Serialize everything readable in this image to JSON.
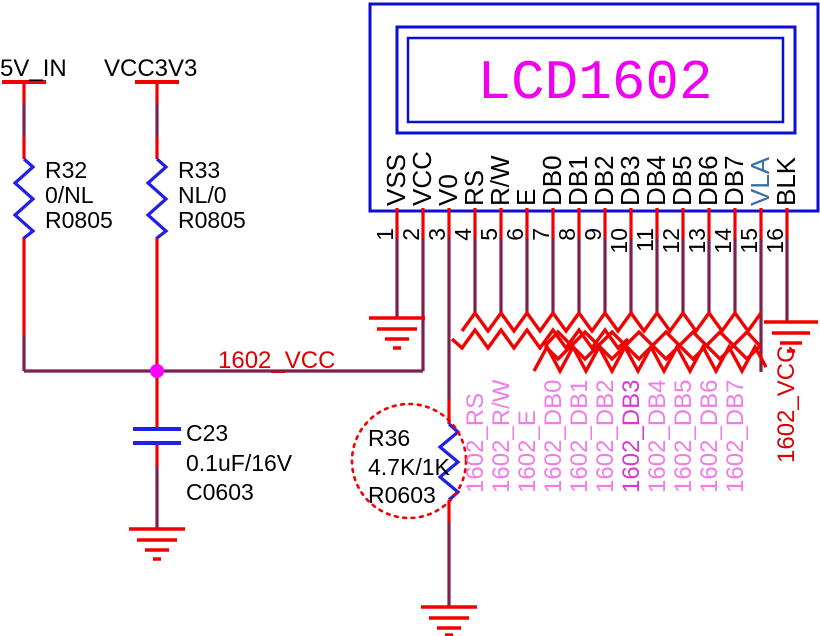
{
  "colors": {
    "wire_red": "#f20000",
    "wire_dark": "#7a2150",
    "component_blue": "#2020e6",
    "box_blue": "#0d0dd6",
    "lcd_title_magenta": "#f000f0",
    "junction_magenta": "#ff00ff",
    "signal_pink": "#f07ce8",
    "signal_pink_highlight": "#d63ad0",
    "net_label_red": "#dd0000",
    "vla_pin_blue": "#3a6ea5",
    "text_black": "#000000"
  },
  "power": {
    "ports": [
      "5V_IN",
      "VCC3V3"
    ]
  },
  "components": {
    "r32": {
      "ref": "R32",
      "value": "0/NL",
      "footprint": "R0805"
    },
    "r33": {
      "ref": "R33",
      "value": "NL/0",
      "footprint": "R0805"
    },
    "r36": {
      "ref": "R36",
      "value": "4.7K/1K",
      "footprint": "R0603"
    },
    "c23": {
      "ref": "C23",
      "value": "0.1uF/16V",
      "footprint": "C0603"
    }
  },
  "lcd": {
    "title": "LCD1602",
    "pins": [
      {
        "num": "1",
        "name": "VSS"
      },
      {
        "num": "2",
        "name": "VCC"
      },
      {
        "num": "3",
        "name": "V0"
      },
      {
        "num": "4",
        "name": "RS"
      },
      {
        "num": "5",
        "name": "R/W"
      },
      {
        "num": "6",
        "name": "E"
      },
      {
        "num": "7",
        "name": "DB0"
      },
      {
        "num": "8",
        "name": "DB1"
      },
      {
        "num": "9",
        "name": "DB2"
      },
      {
        "num": "10",
        "name": "DB3"
      },
      {
        "num": "11",
        "name": "DB4"
      },
      {
        "num": "12",
        "name": "DB5"
      },
      {
        "num": "13",
        "name": "DB6"
      },
      {
        "num": "14",
        "name": "DB7"
      },
      {
        "num": "15",
        "name": "VLA"
      },
      {
        "num": "16",
        "name": "BLK"
      }
    ]
  },
  "nets": {
    "vcc": "1602_VCC",
    "signals": [
      "1602_RS",
      "1602_R/W",
      "1602_E",
      "1602_DB0",
      "1602_DB1",
      "1602_DB2",
      "1602_DB3",
      "1602_DB4",
      "1602_DB5",
      "1602_DB6",
      "1602_DB7"
    ]
  }
}
